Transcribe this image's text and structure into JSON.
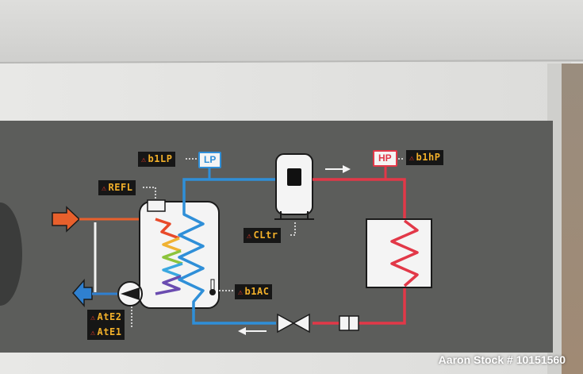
{
  "sensors": {
    "b1lp": "b1LP",
    "refl": "REFL",
    "cltr": "CLtr",
    "b1ac": "b1AC",
    "ate2": "AtE2",
    "ate1": "AtE1",
    "b1hp": "b1hP"
  },
  "gauges": {
    "low_pressure": "LP",
    "high_pressure": "HP"
  },
  "watermark": "Aaron Stock # 10151560",
  "colors": {
    "panel": "#5c5d5b",
    "cabinet": "#e6e6e4",
    "low_side_pipe": "#2f8fd8",
    "high_side_pipe": "#e23848",
    "inlet_arrow": "#e8602c",
    "outlet_arrow": "#2f80d0",
    "lcd_text": "#f2b02a"
  },
  "icons": [
    "warning-icon",
    "pump-icon",
    "expansion-valve-icon",
    "filter-icon",
    "thermometer-icon",
    "condenser-coil-icon",
    "receiver-icon",
    "heat-exchanger-icon"
  ]
}
